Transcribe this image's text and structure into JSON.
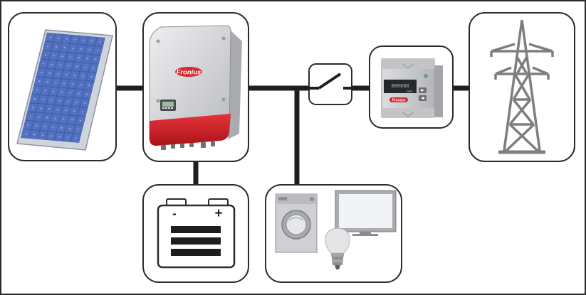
{
  "diagram": {
    "brand": "Fronius",
    "battery": {
      "minus": "-",
      "plus": "+"
    },
    "meter": {
      "display": "888888",
      "unit": "kWh"
    },
    "colors": {
      "frame": "#2b2b2b",
      "panel_cells": "#3f5fae",
      "panel_frame": "#cfd4dc",
      "inverter_body": "#d9dadd",
      "inverter_red": "#d8262c",
      "meter_body": "#c9cbce",
      "tower": "#7e7e80"
    },
    "components": [
      {
        "id": "solar-panel",
        "icon": "solar-panel-icon"
      },
      {
        "id": "inverter",
        "icon": "inverter-icon"
      },
      {
        "id": "battery",
        "icon": "battery-icon"
      },
      {
        "id": "loads",
        "icon": "household-loads-icon"
      },
      {
        "id": "switch",
        "icon": "switch-icon"
      },
      {
        "id": "energy-meter",
        "icon": "energy-meter-icon"
      },
      {
        "id": "grid",
        "icon": "transmission-tower-icon"
      }
    ]
  }
}
